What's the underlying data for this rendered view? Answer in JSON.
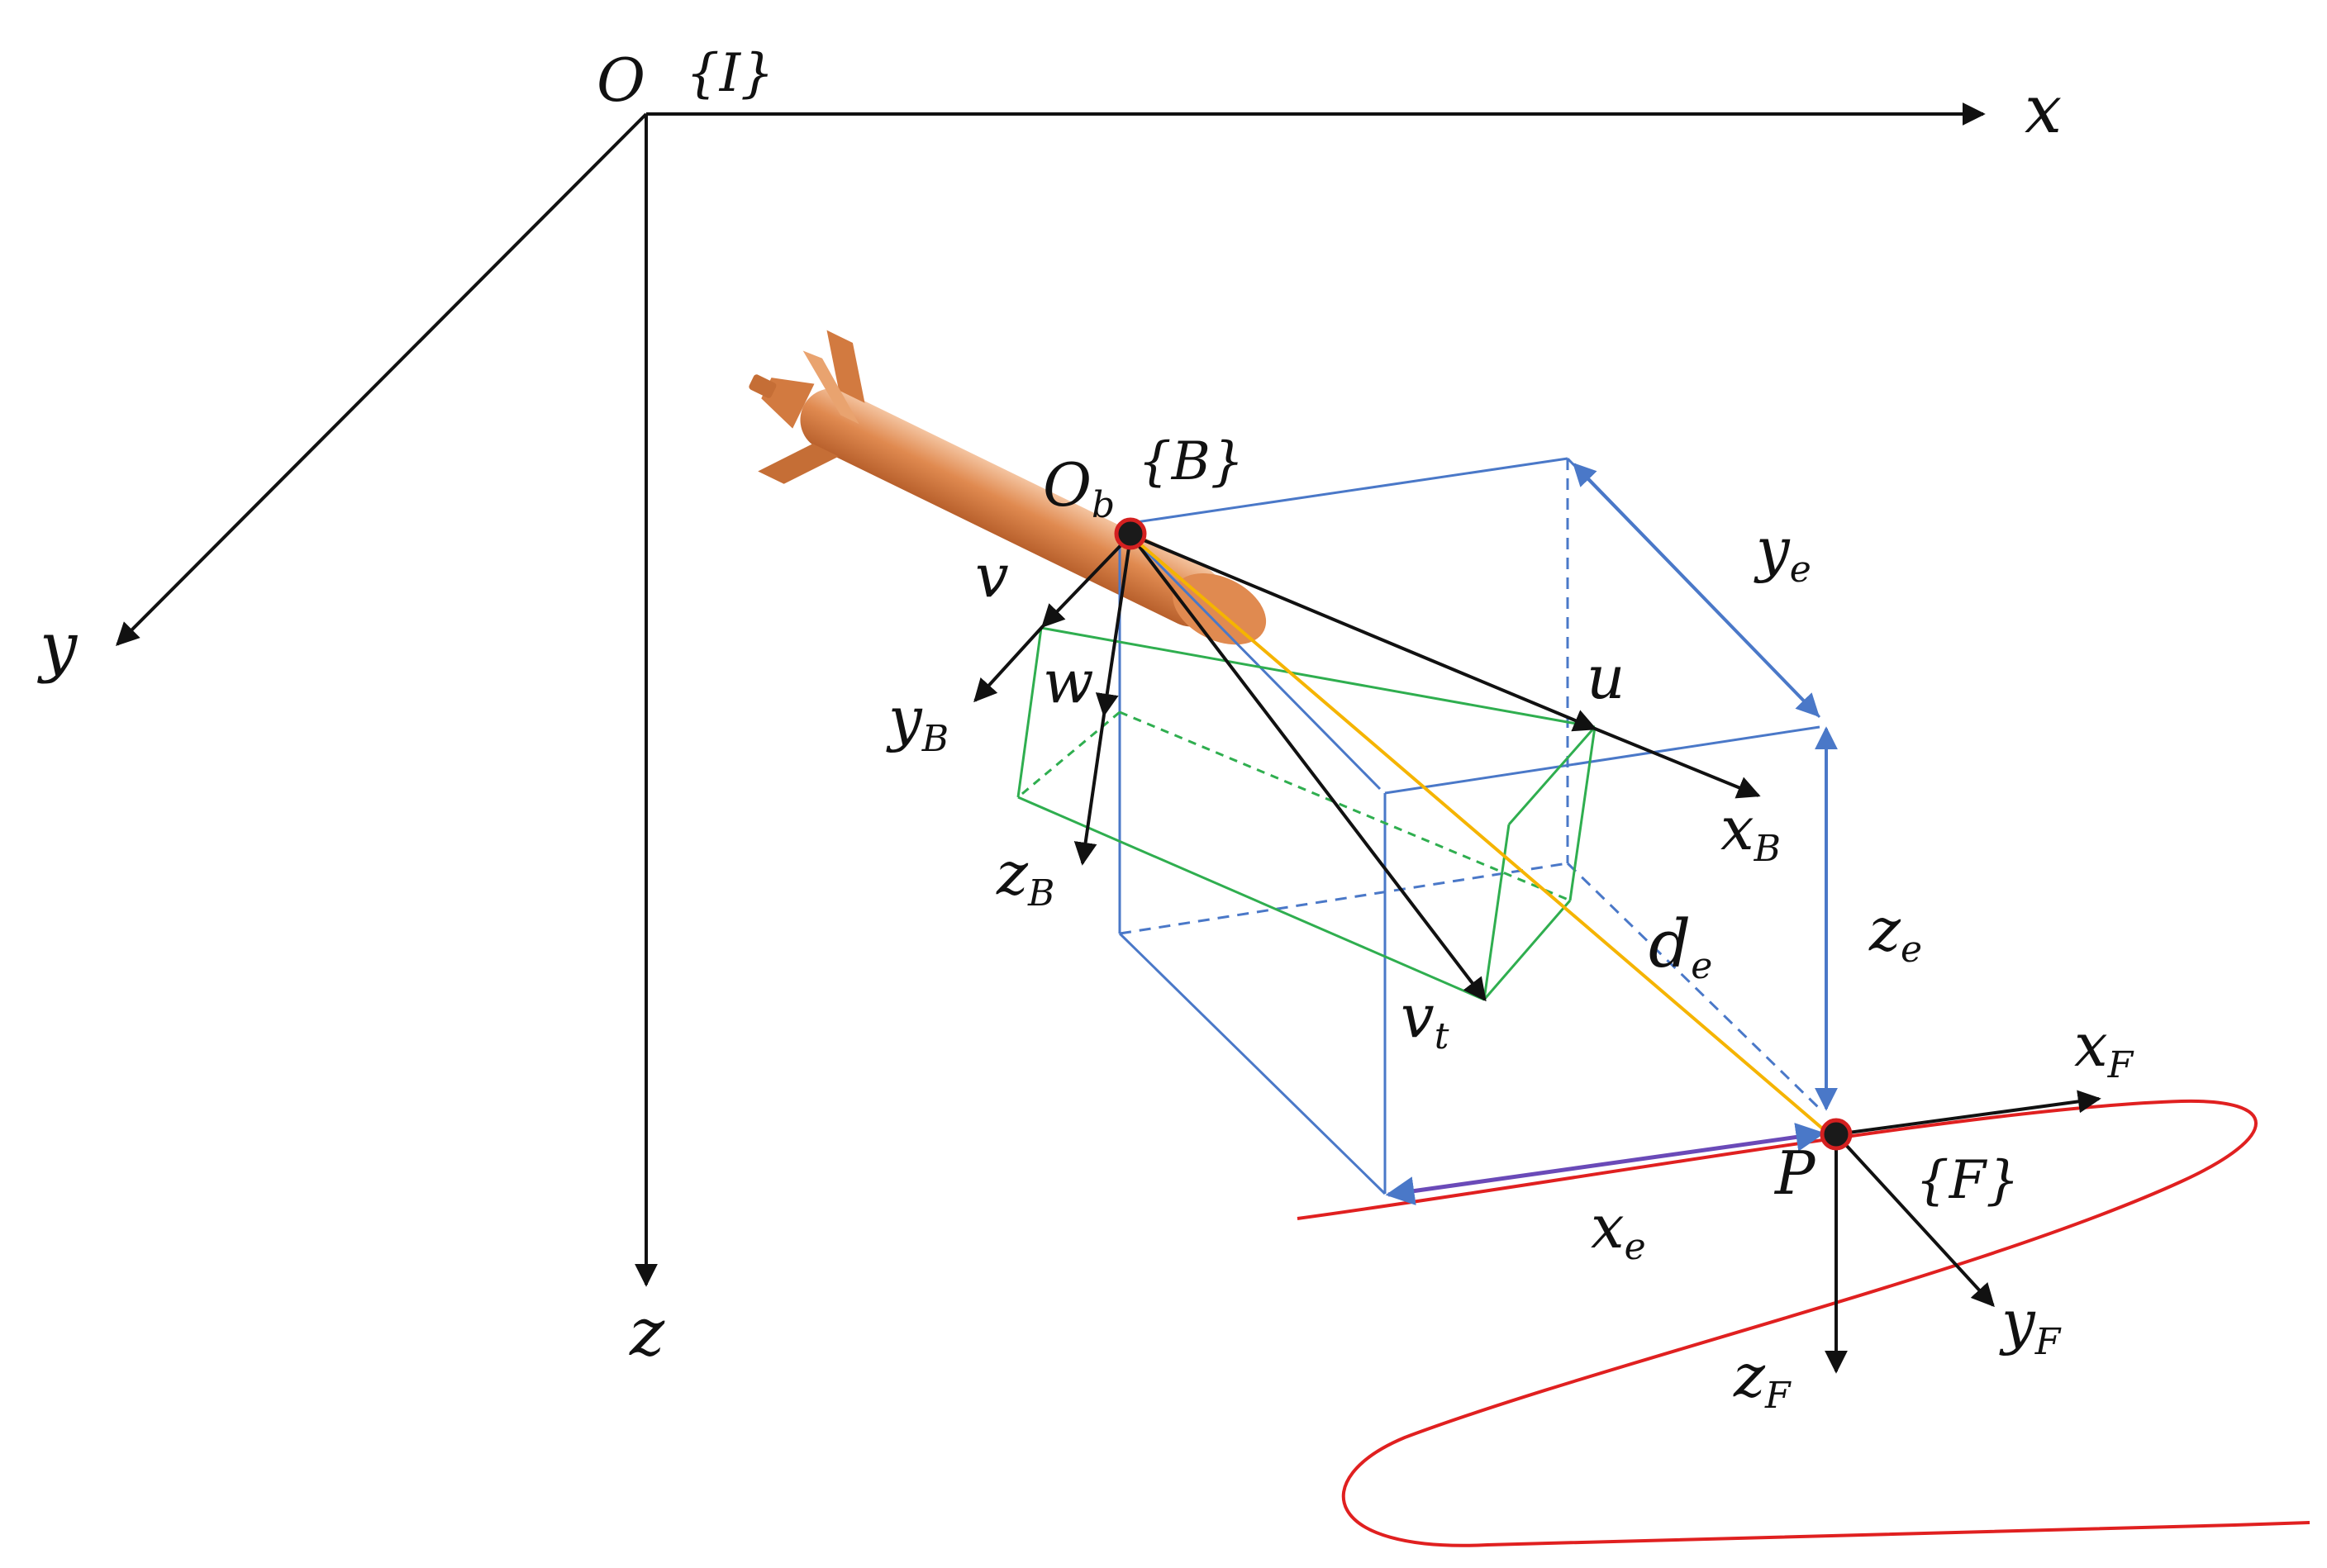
{
  "frames": {
    "inertial": {
      "origin": "O",
      "name": "{I}",
      "axes": {
        "x": "x",
        "y": "y",
        "z": "z"
      }
    },
    "body": {
      "origin": "O",
      "origin_sub": "b",
      "name": "{B}",
      "axes": {
        "x": "x",
        "x_sub": "B",
        "y": "y",
        "y_sub": "B",
        "z": "z",
        "z_sub": "B"
      }
    },
    "path": {
      "origin": "P",
      "name": "{F}",
      "axes": {
        "x": "x",
        "x_sub": "F",
        "y": "y",
        "y_sub": "F",
        "z": "z",
        "z_sub": "F"
      }
    }
  },
  "velocities": {
    "surge": "u",
    "sway": "v",
    "heave": "w",
    "total": "v",
    "total_sub": "t"
  },
  "errors": {
    "xe": "x",
    "xe_sub": "e",
    "ye": "y",
    "ye_sub": "e",
    "ze": "z",
    "ze_sub": "e",
    "de": "d",
    "de_sub": "e"
  },
  "colors": {
    "axes": "#111111",
    "error_box": "#4a78c8",
    "velocity_box": "#2fae4f",
    "distance": "#f5b400",
    "path_curve": "#e02020",
    "vehicle": "#e08a50",
    "point_fill": "#1a1a1a",
    "point_ring": "#d42020"
  }
}
